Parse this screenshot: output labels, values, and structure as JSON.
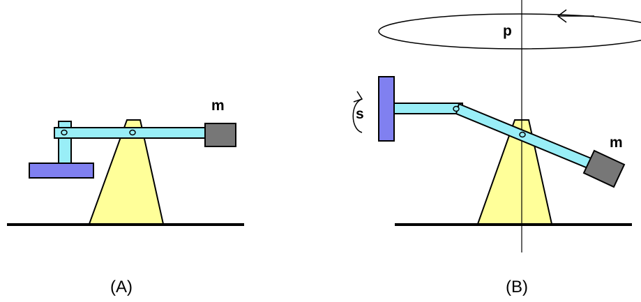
{
  "figure_a": {
    "mass_label": "m",
    "caption": "(A)"
  },
  "figure_b": {
    "precession_label": "p",
    "spin_label": "s",
    "mass_label": "m",
    "caption": "(B)"
  },
  "colors": {
    "rod": "#99EEF7",
    "support": "#FFFF99",
    "disk": "#8080F0",
    "mass": "#777777",
    "outline": "#000000"
  }
}
